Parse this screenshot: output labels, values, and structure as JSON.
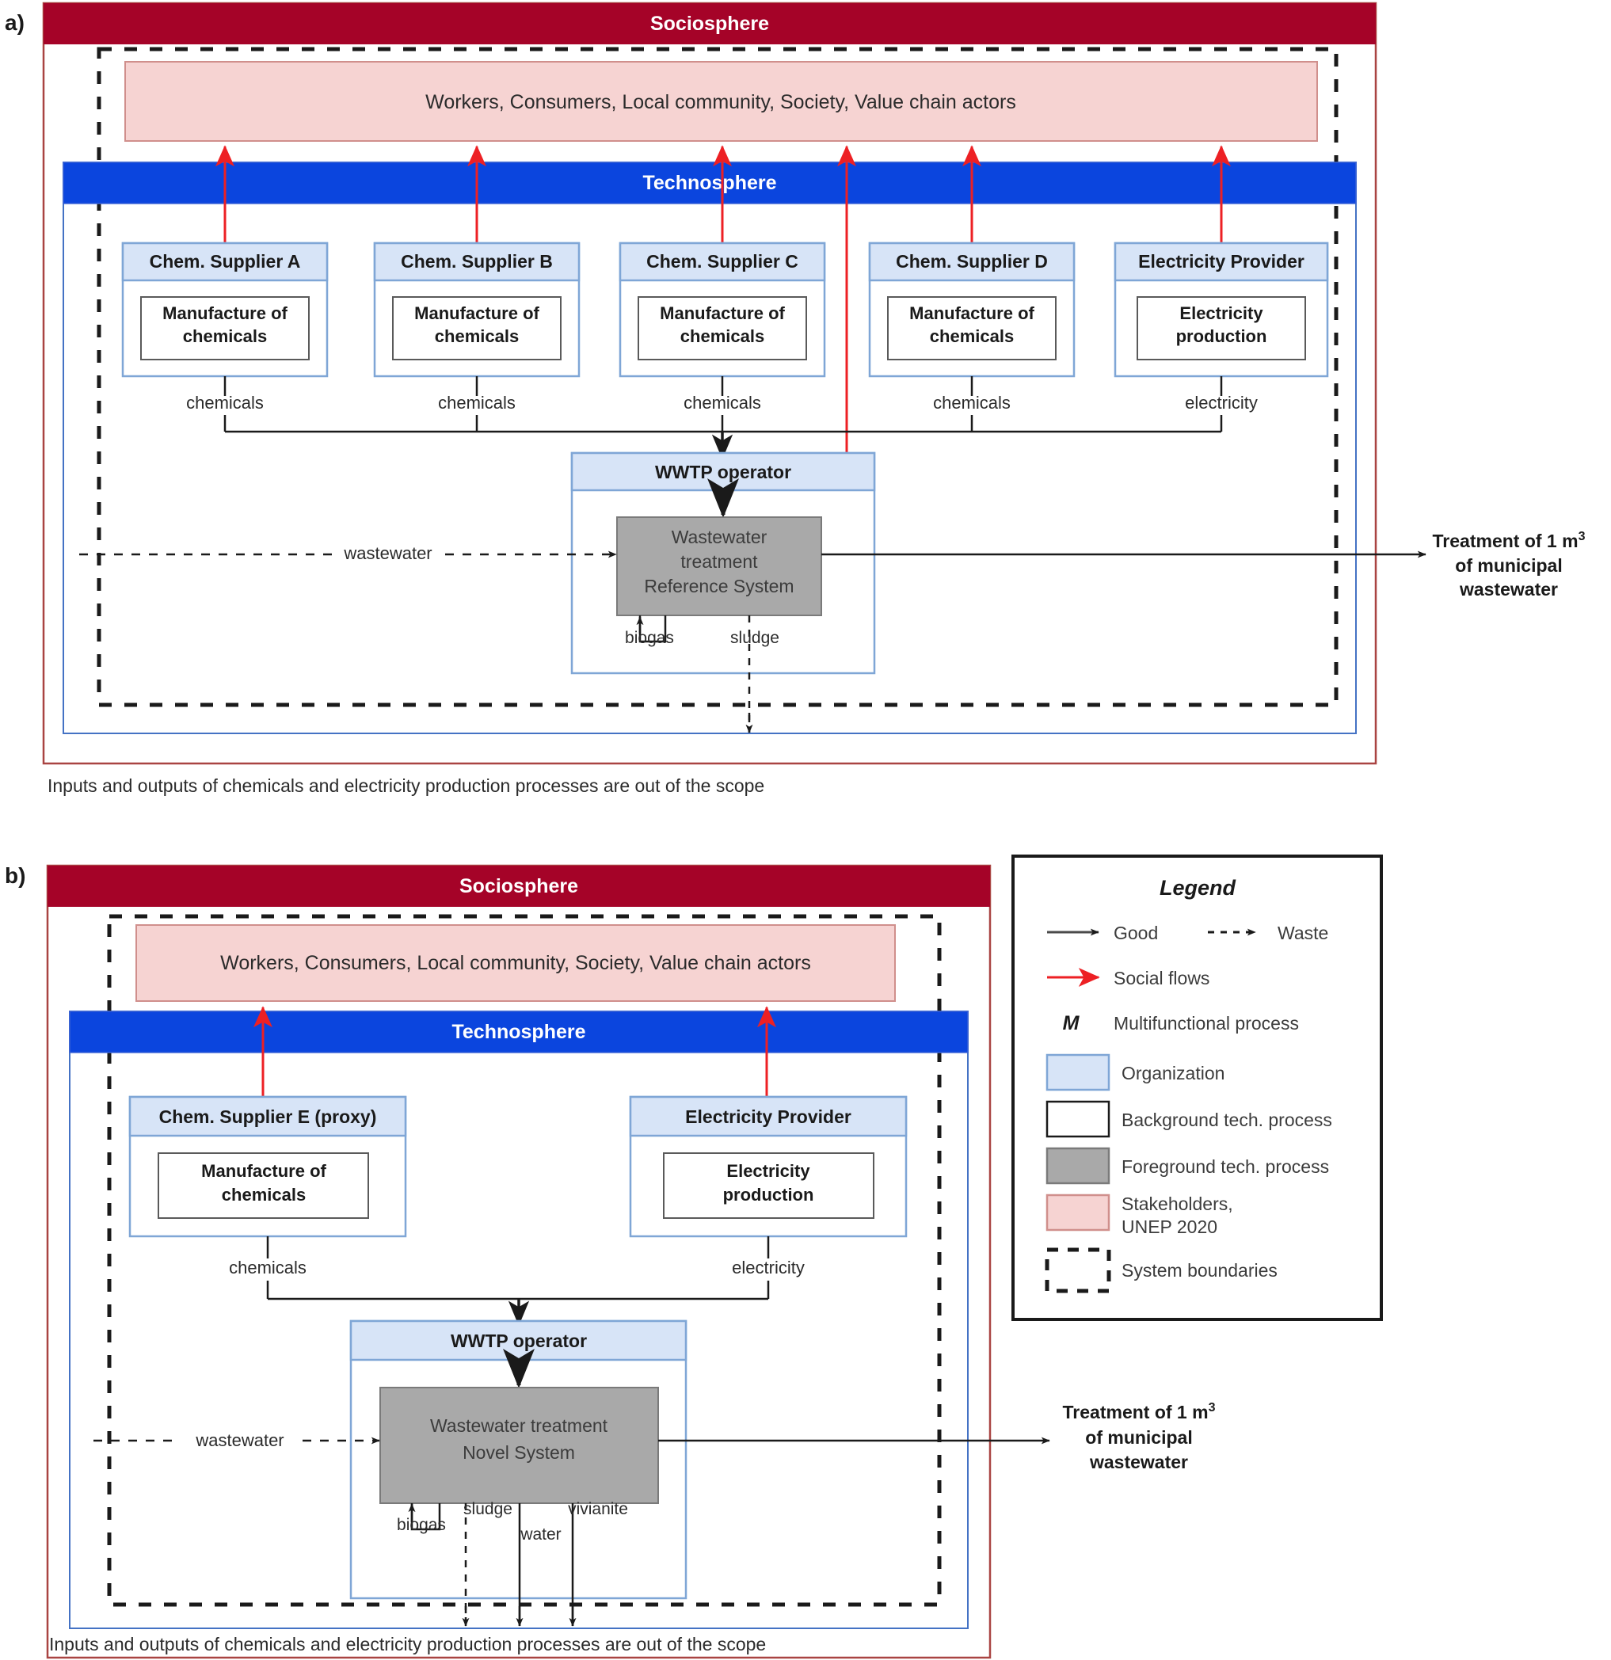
{
  "figure": {
    "panels": [
      {
        "id": "a",
        "panel_label": "a)",
        "sociosphere_label": "Sociosphere",
        "technosphere_label": "Technosphere",
        "stakeholders_label": "Workers, Consumers, Local community, Society, Value chain actors",
        "organizations": [
          {
            "title": "Chem. Supplier A",
            "process": "Manufacture of chemicals",
            "flow_label": "chemicals"
          },
          {
            "title": "Chem. Supplier B",
            "process": "Manufacture of chemicals",
            "flow_label": "chemicals"
          },
          {
            "title": "Chem. Supplier C",
            "process": "Manufacture of chemicals",
            "flow_label": "chemicals"
          },
          {
            "title": "Chem. Supplier D",
            "process": "Manufacture of chemicals",
            "flow_label": "chemicals"
          },
          {
            "title": "Electricity Provider",
            "process": "Electricity production",
            "flow_label": "electricity"
          }
        ],
        "operator_title": "WWTP operator",
        "foreground_process": "Wastewater treatment Reference System",
        "foreground_process_lines": [
          "Wastewater",
          "treatment",
          "Reference System"
        ],
        "input_waste_label": "wastewater",
        "outputs": [
          {
            "label": "biogas",
            "type": "good-loop"
          },
          {
            "label": "sludge",
            "type": "waste"
          }
        ],
        "functional_unit_lines": [
          "Treatment of 1 m",
          "of municipal",
          "wastewater"
        ],
        "functional_unit_superscript": "3",
        "caption": "Inputs and outputs of chemicals and electricity production processes are out of the scope"
      },
      {
        "id": "b",
        "panel_label": "b)",
        "sociosphere_label": "Sociosphere",
        "technosphere_label": "Technosphere",
        "stakeholders_label": "Workers, Consumers, Local community, Society, Value chain actors",
        "organizations": [
          {
            "title": "Chem. Supplier E (proxy)",
            "process": "Manufacture of chemicals",
            "flow_label": "chemicals"
          },
          {
            "title": "Electricity Provider",
            "process": "Electricity production",
            "flow_label": "electricity"
          }
        ],
        "operator_title": "WWTP operator",
        "foreground_process": "Wastewater treatment Novel System",
        "foreground_process_lines": [
          "Wastewater treatment",
          "Novel System"
        ],
        "input_waste_label": "wastewater",
        "outputs": [
          {
            "label": "biogas",
            "type": "good-loop"
          },
          {
            "label": "sludge",
            "type": "waste"
          },
          {
            "label": "water",
            "type": "good"
          },
          {
            "label": "vivianite",
            "type": "good"
          }
        ],
        "functional_unit_lines": [
          "Treatment of 1 m",
          "of municipal",
          "wastewater"
        ],
        "functional_unit_superscript": "3",
        "caption": "Inputs and outputs of chemicals and electricity production processes are out of the scope"
      }
    ],
    "legend": {
      "title": "Legend",
      "entries": [
        {
          "key": "good-arrow-icon",
          "label": "Good"
        },
        {
          "key": "waste-arrow-icon",
          "label": "Waste"
        },
        {
          "key": "social-flow-arrow-icon",
          "label": "Social flows"
        },
        {
          "key": "multifunctional-symbol",
          "symbol": "M",
          "label": "Multifunctional process"
        },
        {
          "key": "organization-swatch",
          "label": "Organization"
        },
        {
          "key": "background-process-swatch",
          "label": "Background tech. process"
        },
        {
          "key": "foreground-process-swatch",
          "label": "Foreground tech. process"
        },
        {
          "key": "stakeholders-swatch",
          "label": "Stakeholders, UNEP 2020",
          "label_lines": [
            "Stakeholders,",
            "UNEP 2020"
          ]
        },
        {
          "key": "system-boundaries-swatch",
          "label": "System boundaries"
        }
      ]
    },
    "colors": {
      "sociosphere_fill": "#A50328",
      "technosphere_fill": "#0B45DE",
      "organization_fill": "#D7E4F7",
      "organization_stroke": "#7FA6D6",
      "foreground_fill": "#A9A9A9",
      "foreground_stroke": "#7A7A7A",
      "stakeholders_fill": "#F6D3D2",
      "stakeholders_stroke": "#D08F8C",
      "social_flow": "#ED2024",
      "boundary_dash": "#1A1A1A",
      "outer_red_border": "#A94442",
      "outer_blue_border": "#4472C4",
      "text": "#262626",
      "background_process_stroke": "#5A5A5A"
    }
  }
}
